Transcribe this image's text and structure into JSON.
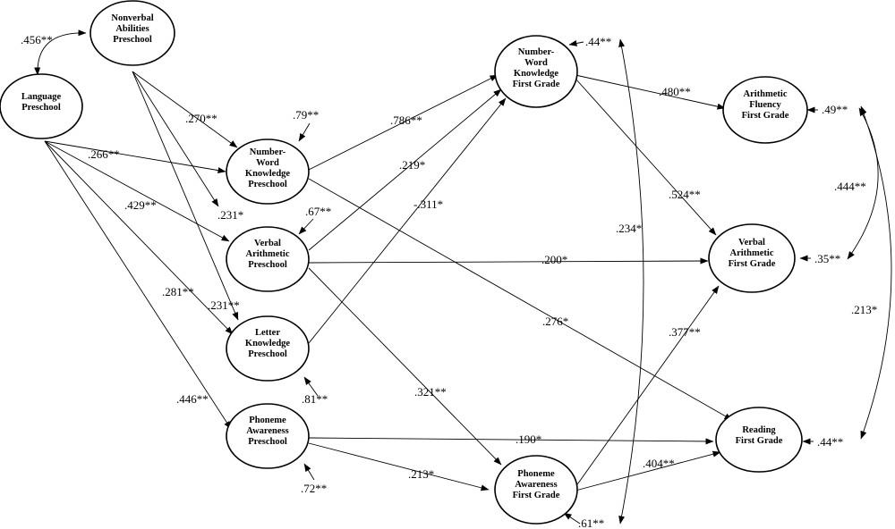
{
  "nodes": {
    "nonverbal": [
      "Nonverbal",
      "Abilities",
      "Preschool"
    ],
    "language": [
      "Language",
      "Preschool"
    ],
    "nwk_pre": [
      "Number-",
      "Word",
      "Knowledge",
      "Preschool"
    ],
    "verbal_pre": [
      "Verbal",
      "Arithmetic",
      "Preschool"
    ],
    "letter_pre": [
      "Letter",
      "Knowledge",
      "Preschool"
    ],
    "phoneme_pre": [
      "Phoneme",
      "Awareness",
      "Preschool"
    ],
    "nwk_first": [
      "Number-",
      "Word",
      "Knowledge",
      "First Grade"
    ],
    "phoneme_first": [
      "Phoneme",
      "Awareness",
      "First Grade"
    ],
    "fluency_first": [
      "Arithmetic",
      "Fluency",
      "First Grade"
    ],
    "verbal_first": [
      "Verbal",
      "Arithmetic",
      "First Grade"
    ],
    "reading_first": [
      "Reading",
      "First Grade"
    ]
  },
  "labels": {
    "cov_lang_nonverbal": ".456**",
    "nonverbal_nwk": ".270**",
    "lang_nwk": ".266**",
    "res_nwk_pre": ".79**",
    "nonverbal_verbal": ".231*",
    "lang_verbal": ".429**",
    "res_verbal_pre": ".67**",
    "nonverbal_letter": ".231**",
    "lang_letter": ".281**",
    "res_letter_pre": ".81**",
    "lang_phoneme": ".446**",
    "res_phoneme_pre": ".72**",
    "nwkpre_nwkfirst": ".786**",
    "verbal_nwkfirst": ".219*",
    "letter_nwkfirst": "-.311*",
    "verbal_verbalfirst": ".200*",
    "nwkpre_reading": ".276*",
    "verbal_phonemefirst": ".321**",
    "phonemepre_reading": ".190*",
    "phonemepre_phonemefirst": ".213*",
    "res_nwk_first": ".44**",
    "res_phoneme_first": ".61**",
    "cov_nwkfirst_phonemefirst": ".234*",
    "nwkfirst_fluency": ".480**",
    "nwkfirst_verbalfirst": ".524**",
    "phonemefirst_verbalfirst": ".377**",
    "phonemefirst_reading": ".404**",
    "res_fluency": ".49**",
    "res_verbal_first": ".35**",
    "res_reading": ".44**",
    "cov_fluency_verbal": ".444**",
    "cov_fluency_reading": ".213*"
  }
}
